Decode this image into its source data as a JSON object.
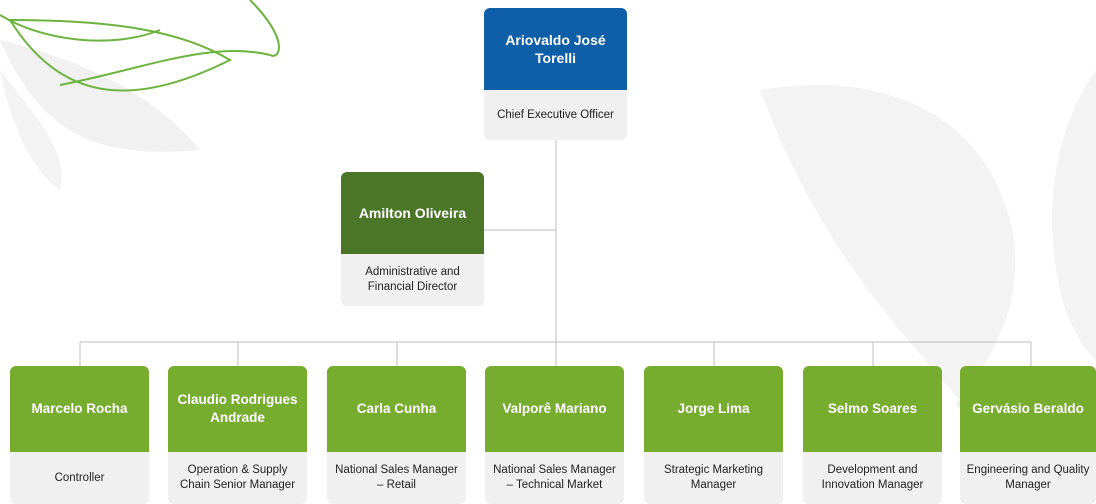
{
  "org": {
    "ceo": {
      "name": "Ariovaldo José Torelli",
      "role": "Chief Executive Officer"
    },
    "director": {
      "name": "Amilton Oliveira",
      "role": "Administrative and Financial Director"
    },
    "managers": [
      {
        "name": "Marcelo Rocha",
        "role": "Controller"
      },
      {
        "name": "Claudio Rodrigues Andrade",
        "role": "Operation & Supply Chain Senior Manager"
      },
      {
        "name": "Carla Cunha",
        "role": "National Sales Manager – Retail"
      },
      {
        "name": "Valporê Mariano",
        "role": "National Sales Manager – Technical Market"
      },
      {
        "name": "Jorge Lima",
        "role": "Strategic Marketing Manager"
      },
      {
        "name": "Selmo Soares",
        "role": "Development and Innovation Manager"
      },
      {
        "name": "Gervásio Beraldo",
        "role": "Engineering and Quality Manager"
      }
    ]
  },
  "colors": {
    "ceo_header": "#0e5ea8",
    "director_header": "#4b7628",
    "manager_header": "#76ad2f",
    "role_background": "#f0f0f0",
    "connector": "#bdbdbd"
  }
}
